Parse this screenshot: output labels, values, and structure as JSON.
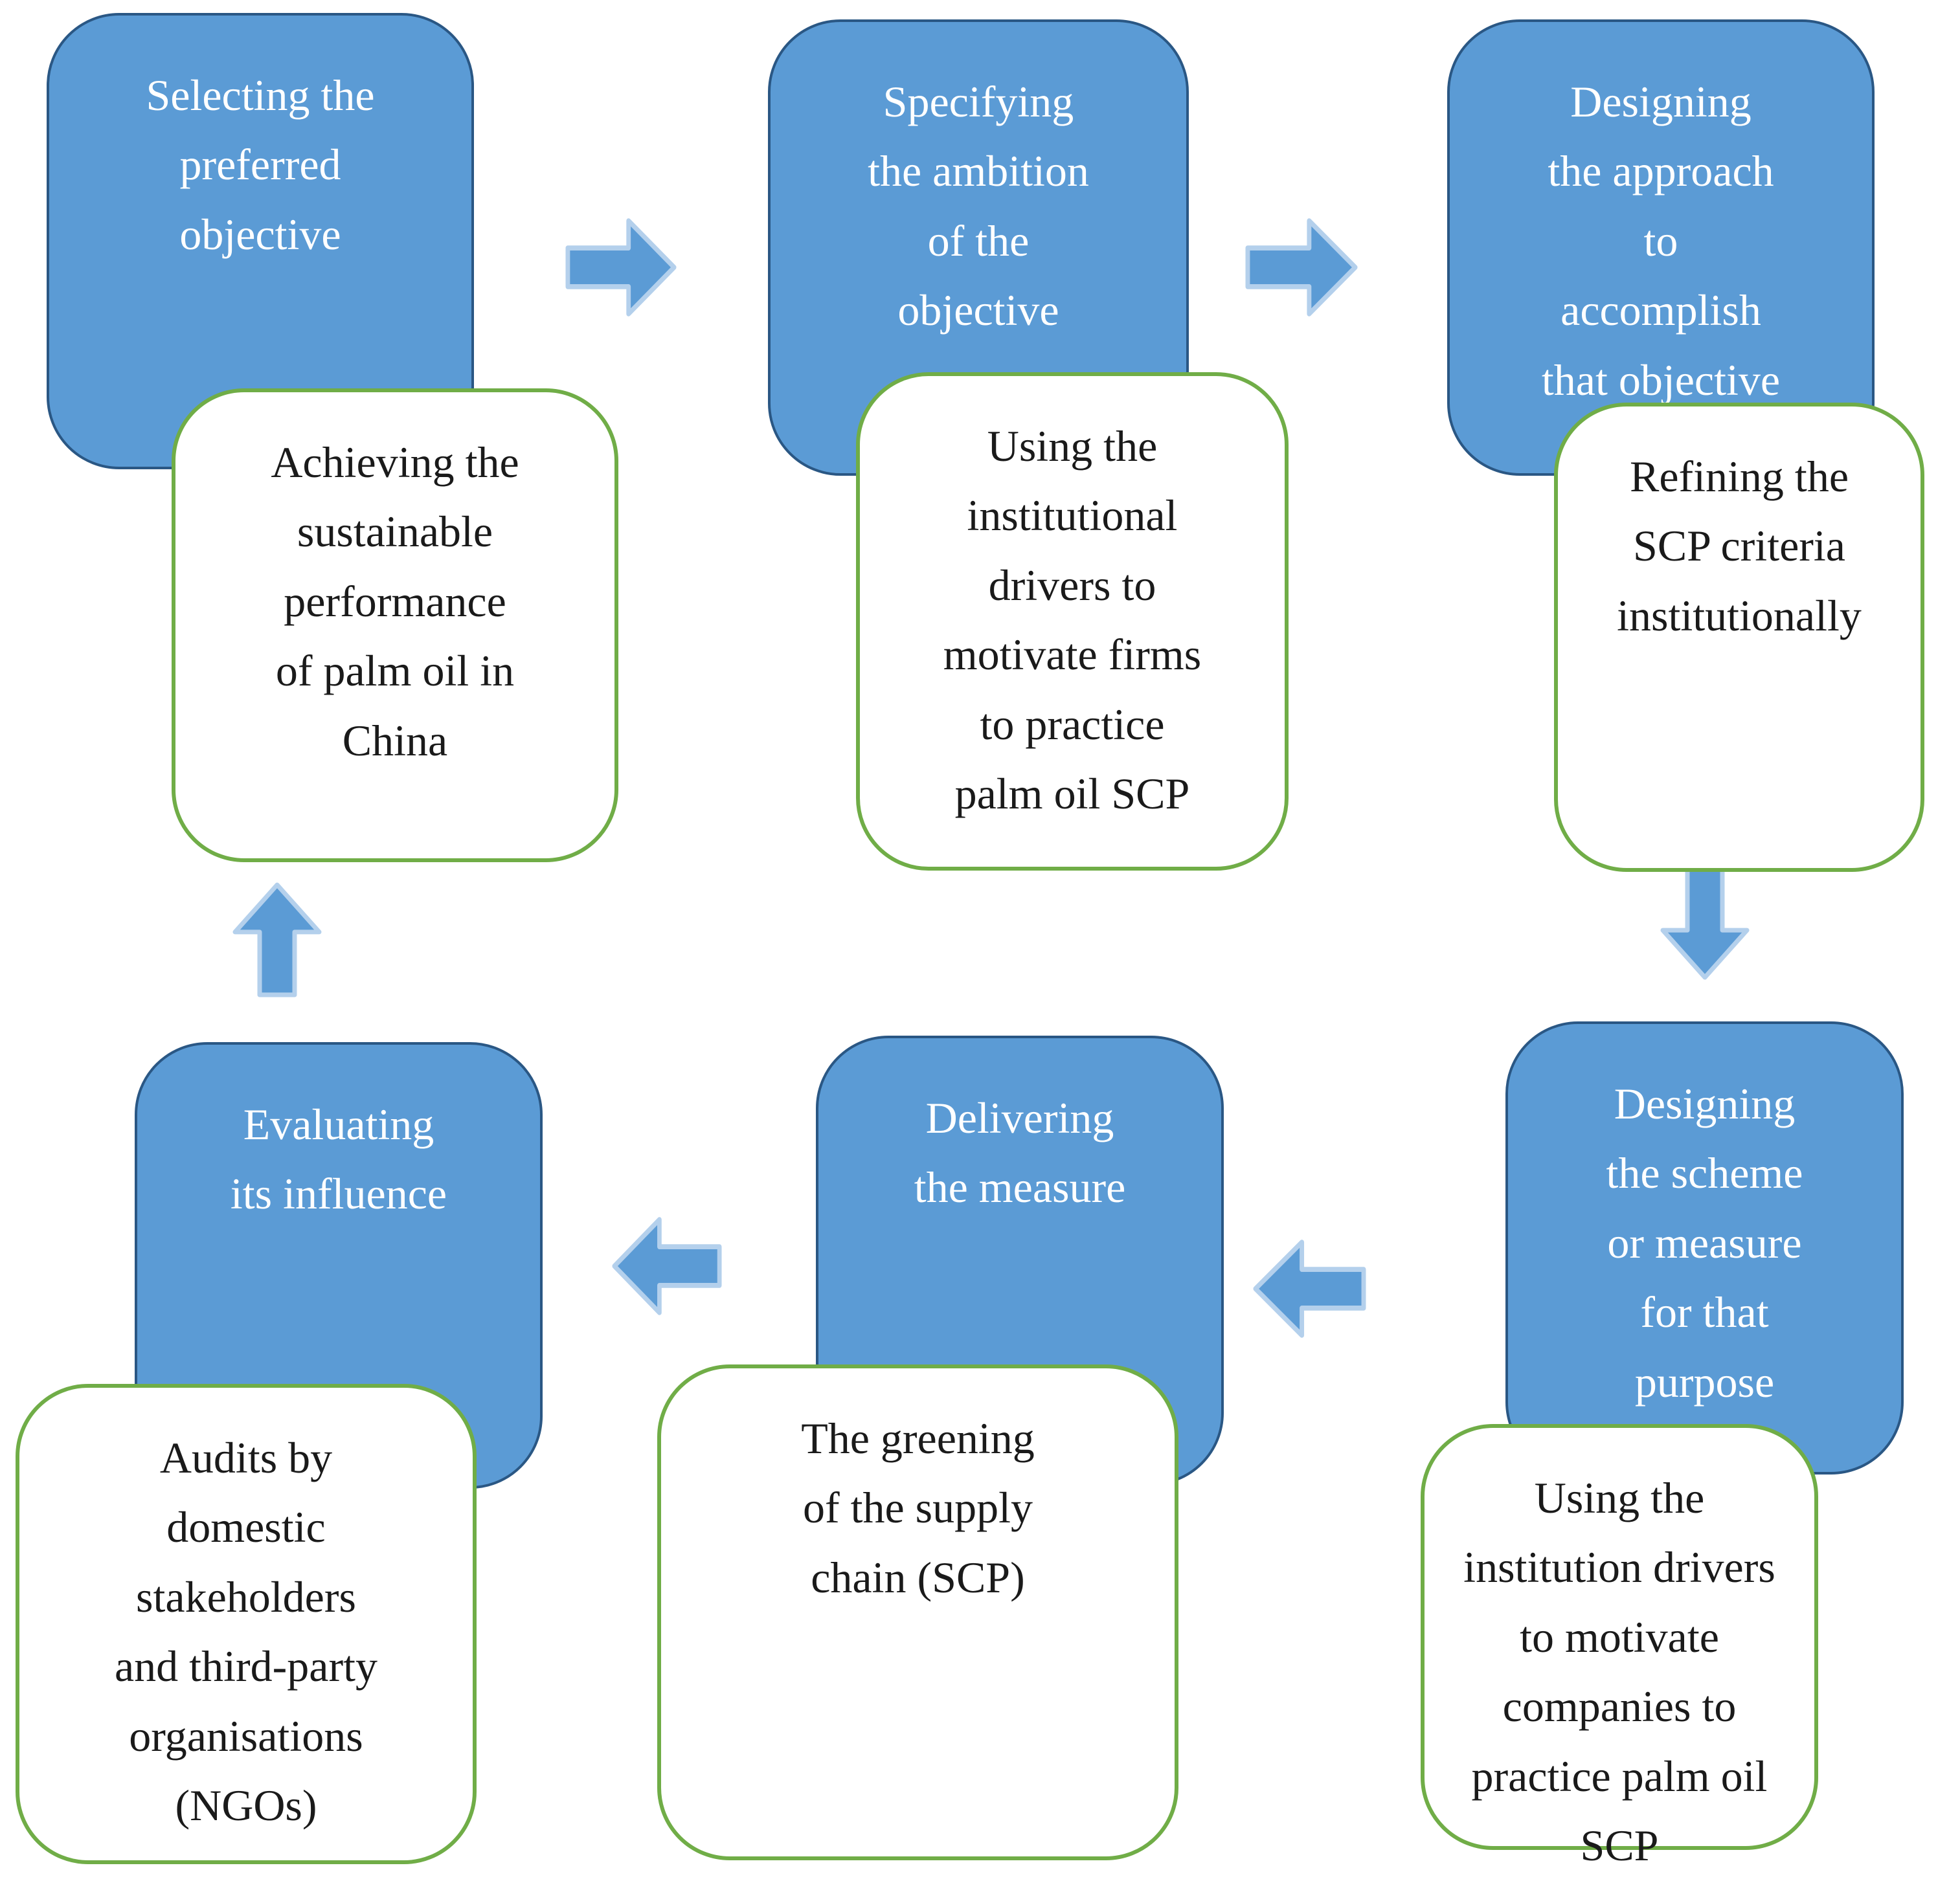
{
  "diagram": {
    "title": "Palm oil SCP policy cycle",
    "steps": [
      {
        "id": "selecting-objective",
        "label": "Selecting the\npreferred\nobjective"
      },
      {
        "id": "specifying-ambition",
        "label": "Specifying\nthe ambition\nof the\nobjective"
      },
      {
        "id": "designing-approach",
        "label": "Designing\nthe approach\nto\naccomplish\nthat objective"
      },
      {
        "id": "designing-scheme",
        "label": "Designing\nthe scheme\nor measure\nfor that\npurpose"
      },
      {
        "id": "delivering-measure",
        "label": "Delivering\nthe measure"
      },
      {
        "id": "evaluating-influence",
        "label": "Evaluating\nits influence"
      }
    ],
    "details": [
      {
        "id": "achieving-performance",
        "label": "Achieving the\nsustainable\nperformance\nof palm oil in\nChina"
      },
      {
        "id": "institutional-drivers-firms",
        "label": "Using the\ninstitutional\ndrivers to\nmotivate firms\nto practice\npalm oil SCP"
      },
      {
        "id": "refining-criteria",
        "label": "Refining the\nSCP criteria\ninstitutionally"
      },
      {
        "id": "greening-supply-chain",
        "label": "The greening\nof the supply\nchain (SCP)"
      },
      {
        "id": "institution-drivers-companies",
        "label": "Using the\ninstitution drivers\nto motivate\ncompanies to\npractice palm oil\nSCP"
      },
      {
        "id": "audits-stakeholders",
        "label": "Audits by\ndomestic\nstakeholders\nand third-party\norganisations\n(NGOs)"
      }
    ],
    "arrows": [
      {
        "id": "arrow-1",
        "direction": "right"
      },
      {
        "id": "arrow-2",
        "direction": "right"
      },
      {
        "id": "arrow-3",
        "direction": "down"
      },
      {
        "id": "arrow-4",
        "direction": "left"
      },
      {
        "id": "arrow-5",
        "direction": "left"
      },
      {
        "id": "arrow-6",
        "direction": "up"
      }
    ],
    "colors": {
      "step_fill": "#5B9BD5",
      "step_border": "#2A5784",
      "step_text": "#FFFFFF",
      "detail_fill": "#FFFFFF",
      "detail_border": "#70AD47",
      "detail_text": "#1A1A1A",
      "arrow_fill": "#5B9BD5",
      "arrow_outline": "#B4D0EC"
    }
  }
}
